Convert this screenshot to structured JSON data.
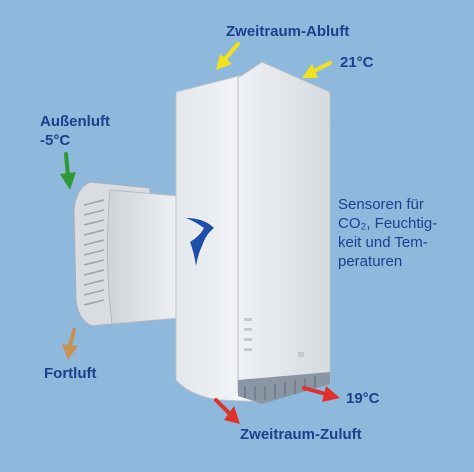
{
  "labels": {
    "zweitraum_abluft": "Zweitraum-Abluft",
    "temp_21": "21°C",
    "aussenluft": "Außenluft",
    "temp_minus5": "-5°C",
    "sensoren": [
      "Sensoren für",
      "CO₂, Feuchtig-",
      "keit und Tem-",
      "peraturen"
    ],
    "fortluft": "Fortluft",
    "temp_19": "19°C",
    "zweitraum_zuluft": "Zweitraum-Zuluft"
  },
  "colors": {
    "background": "#8fb8dd",
    "text": "#1f3e8c",
    "arrow_yellow": "#f2e21a",
    "arrow_green": "#2e9a35",
    "arrow_brown": "#c79153",
    "arrow_red": "#e0302a",
    "logo_blue": "#1e4fa8"
  },
  "icons": {
    "logo": "bird-swoosh-icon",
    "arrows": [
      "arrow-down-left-icon",
      "arrow-down-icon",
      "arrow-right-icon"
    ]
  }
}
